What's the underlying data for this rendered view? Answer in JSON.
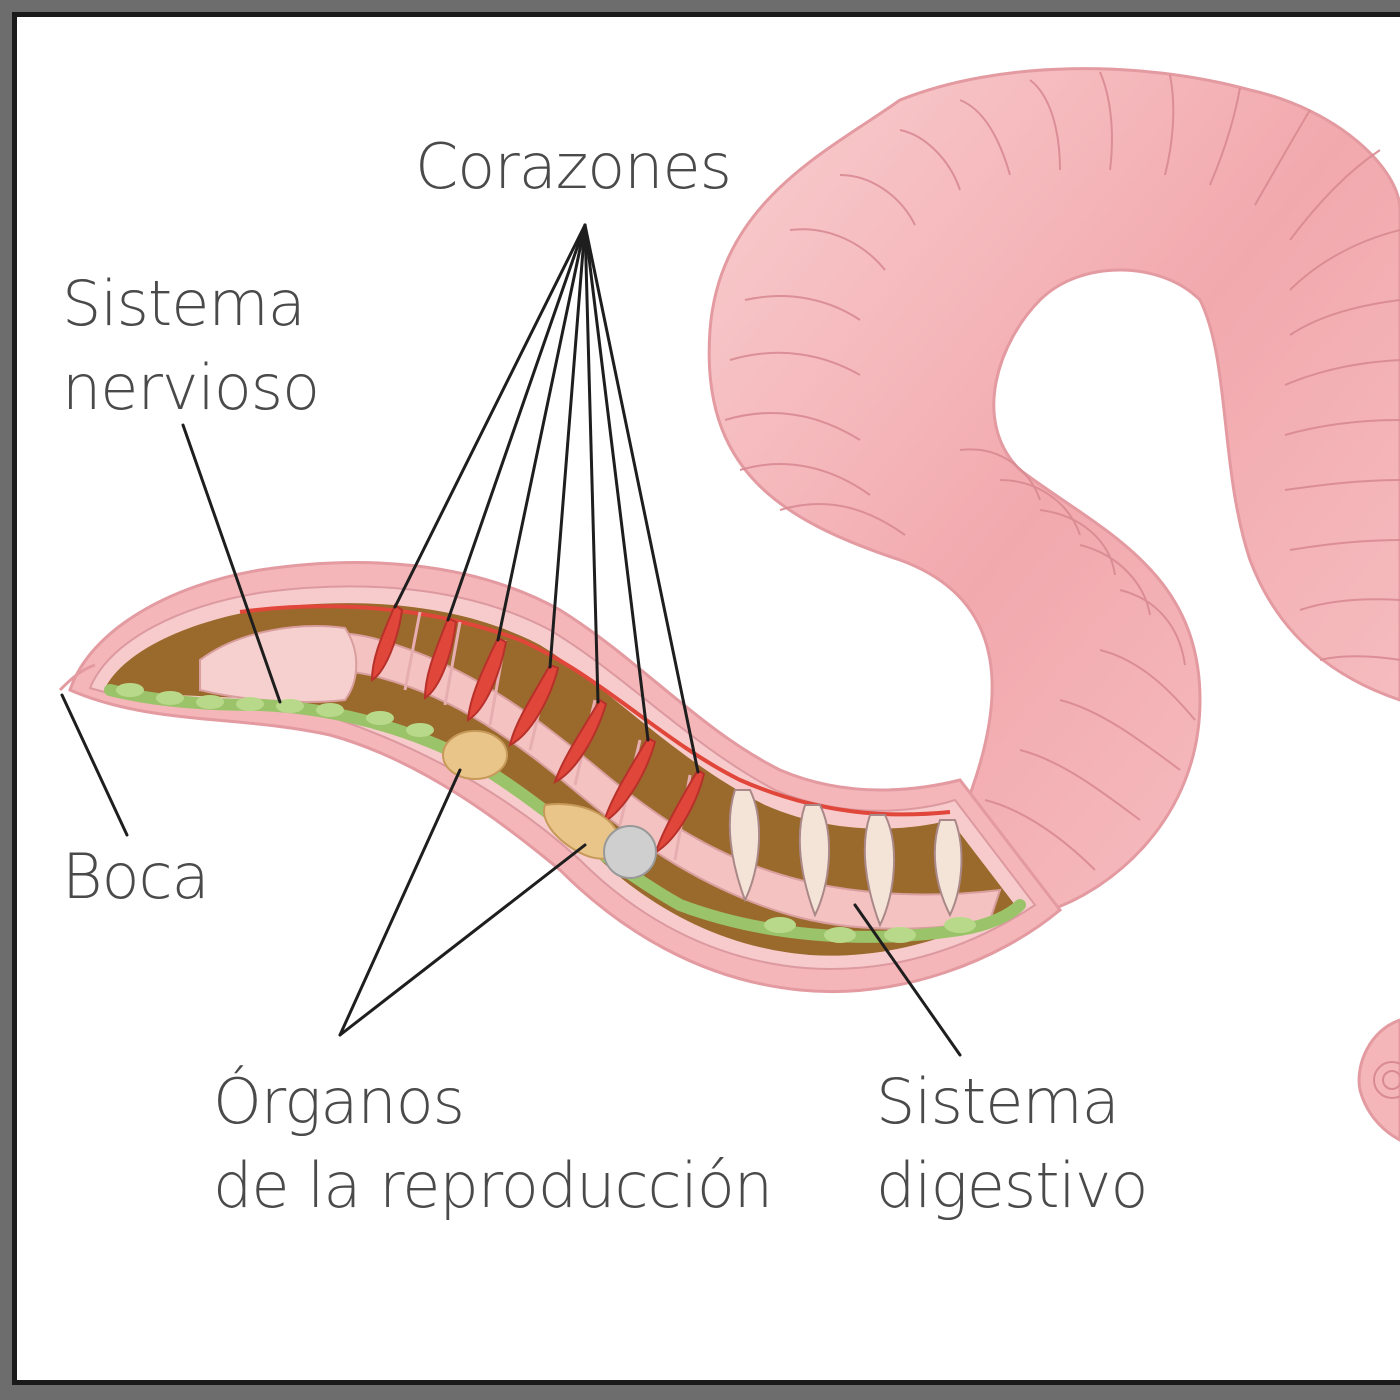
{
  "labels": {
    "corazones": "Corazones",
    "sistema_nervioso_1": "Sistema",
    "sistema_nervioso_2": "nervioso",
    "boca": "Boca",
    "organos_1": "Órganos",
    "organos_2": "de la reproducción",
    "digestivo_1": "Sistema",
    "digestivo_2": "digestivo"
  },
  "colors": {
    "frame": "#6d6d6d",
    "worm_skin": "#f4b6b8",
    "worm_shadow": "#e8959b",
    "gut_brown": "#9a6a2c",
    "nerve_green": "#9bc46a",
    "heart_red": "#e0463a",
    "organ_tan": "#e9c58a",
    "leader": "#1e1e1e"
  }
}
